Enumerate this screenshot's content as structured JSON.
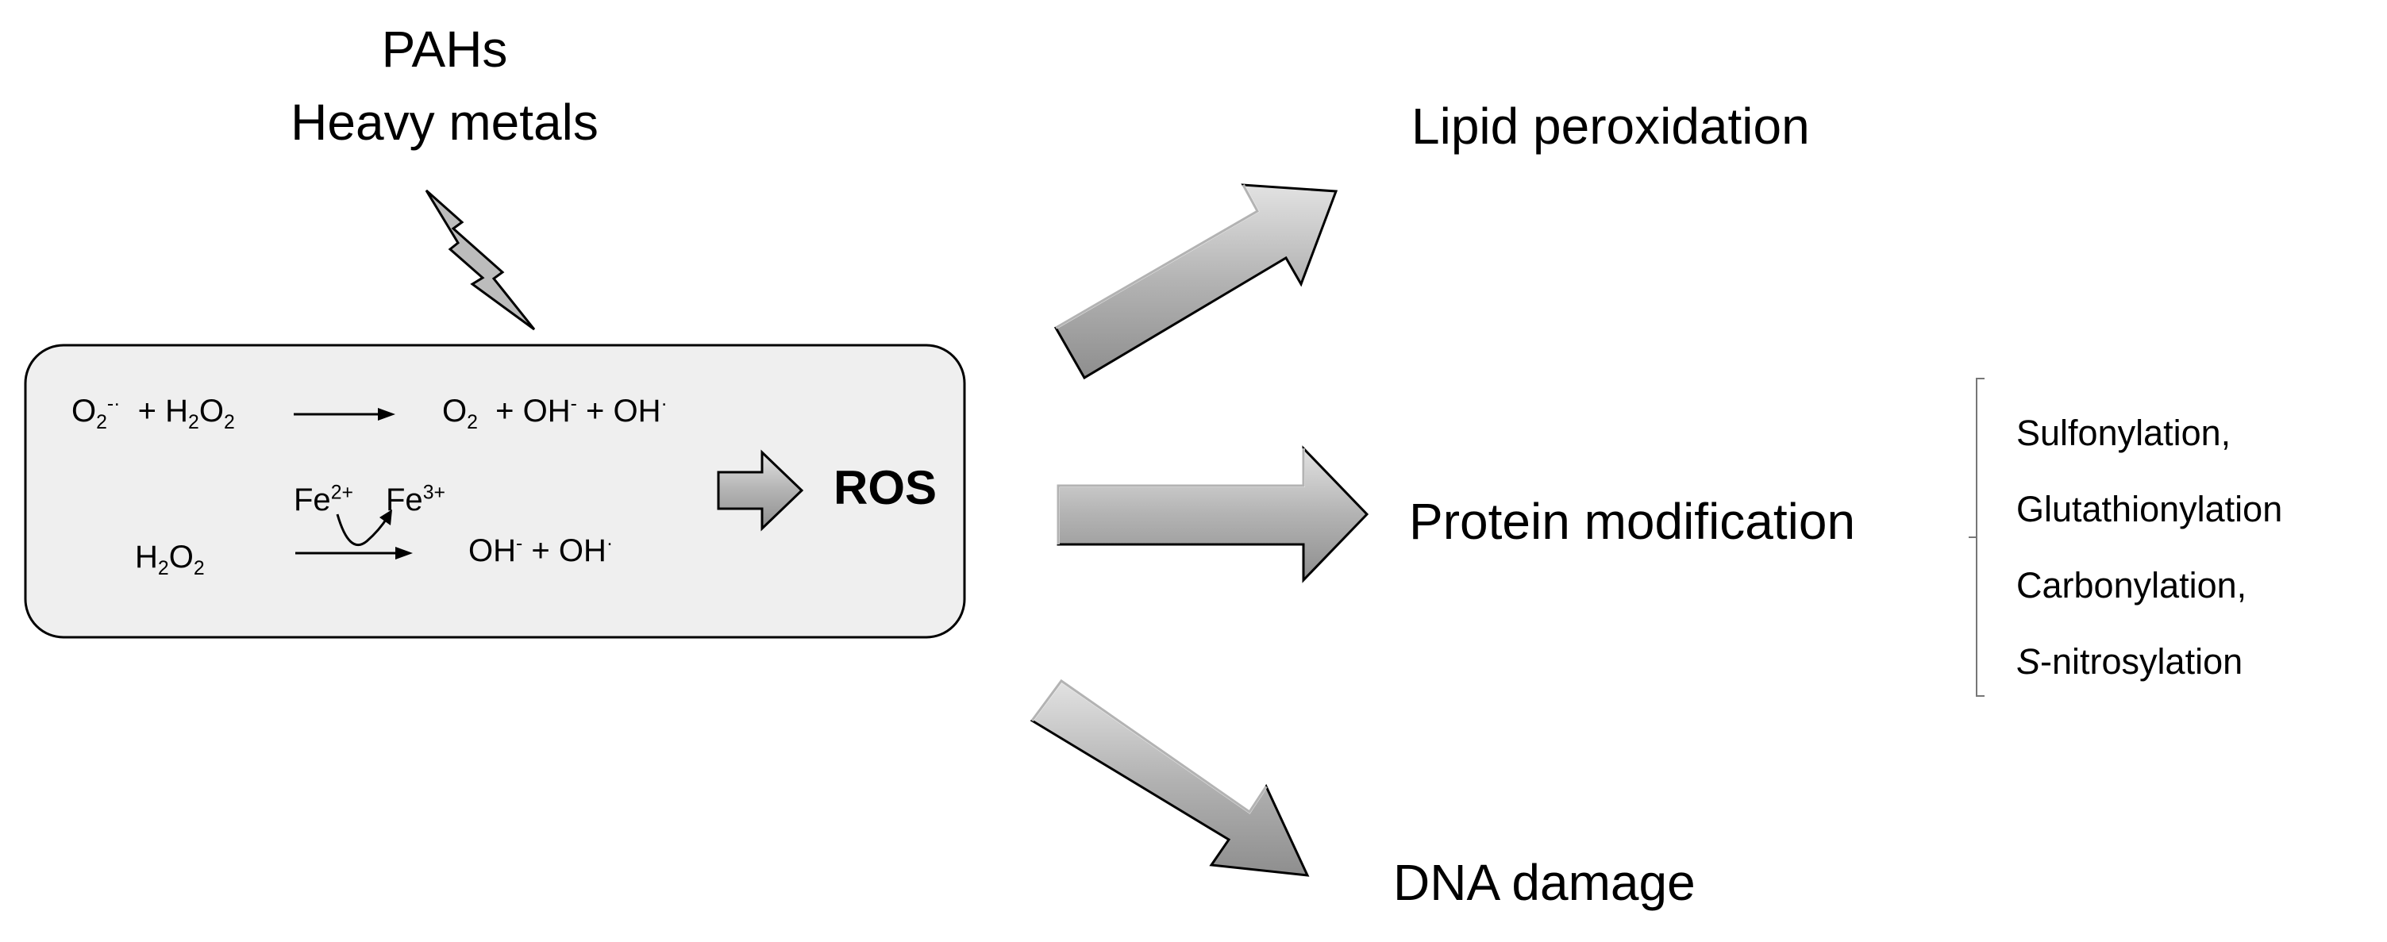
{
  "stressors": {
    "line1": "PAHs",
    "line2": "Heavy metals"
  },
  "reactions": {
    "r1": {
      "o2": "O",
      "o2_sub": "2",
      "o2_sup": "-·",
      "plus1": "+ H",
      "h2o2_sub1": "2",
      "h2o2_o": "O",
      "h2o2_sub2": "2",
      "prod_o": "O",
      "prod_o_sub": "2",
      "prod_rest": "+ OH",
      "oh_minus_sup": "-",
      "prod_plus": "+ OH",
      "oh_rad_sup": "·"
    },
    "r2": {
      "fe2": "Fe",
      "fe2_sup": "2+",
      "fe3": "Fe",
      "fe3_sup": "3+",
      "reactant_h": "H",
      "reactant_sub1": "2",
      "reactant_o": "O",
      "reactant_sub2": "2",
      "prod_oh1": "OH",
      "prod_oh1_sup": "-",
      "prod_plus": "+ OH",
      "prod_oh2_sup": "·"
    },
    "ros_label": "ROS"
  },
  "outcomes": {
    "lipid": "Lipid peroxidation",
    "protein": "Protein modification",
    "dna": "DNA damage"
  },
  "protein_modifications": [
    "Sulfonylation,",
    "Glutathionylation",
    "Carbonylation,",
    "-nitrosylation"
  ],
  "protein_modifications_italic_prefix": "S",
  "colors": {
    "box_fill": "#efefef",
    "box_stroke": "#000000",
    "arrow_fill": "#b5b5b5",
    "arrow_light": "#dcdcdc",
    "arrow_dark": "#8a8a8a",
    "bracket": "#777777"
  }
}
